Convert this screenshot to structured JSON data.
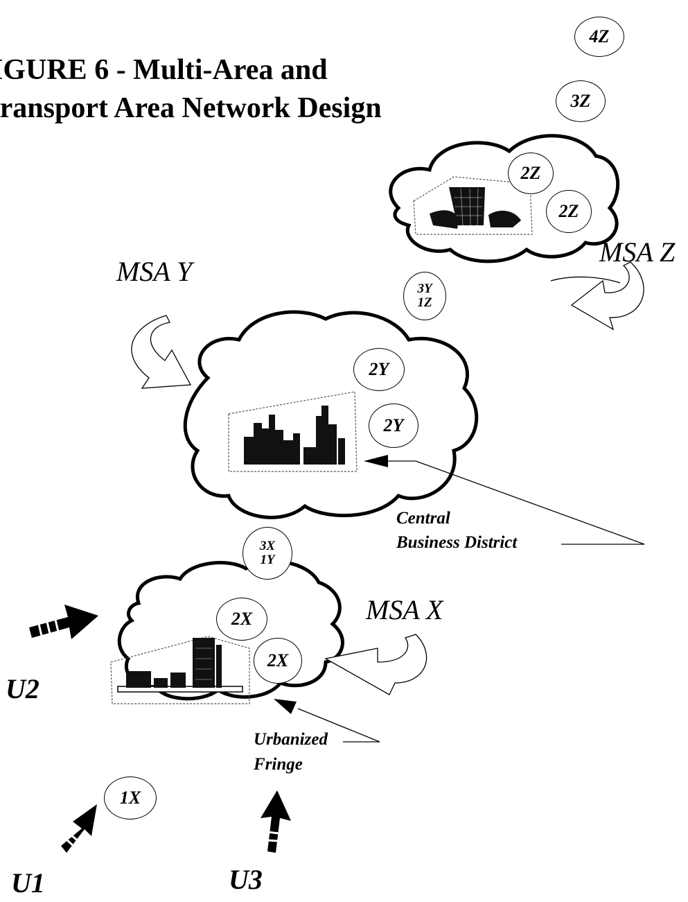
{
  "title": {
    "line1": "IGURE 6 - Multi-Area and",
    "line2": "'ransport Area Network Design"
  },
  "msa_labels": {
    "x": "MSA X",
    "y": "MSA Y",
    "z": "MSA Z"
  },
  "nodes": {
    "n4z": "4Z",
    "n3z": "3Z",
    "n2z_a": "2Z",
    "n2z_b": "2Z",
    "n3y_1z": {
      "top": "3Y",
      "bottom": "1Z"
    },
    "n2y_a": "2Y",
    "n2y_b": "2Y",
    "n3x_1y": {
      "top": "3X",
      "bottom": "1Y"
    },
    "n2x_a": "2X",
    "n2x_b": "2X",
    "n1x": "1X"
  },
  "inputs": {
    "u1": "U1",
    "u2": "U2",
    "u3": "U3"
  },
  "annotations": {
    "cbd_line1": "Central",
    "cbd_line2": "Business District",
    "fringe_line1": "Urbanized",
    "fringe_line2": "Fringe"
  }
}
